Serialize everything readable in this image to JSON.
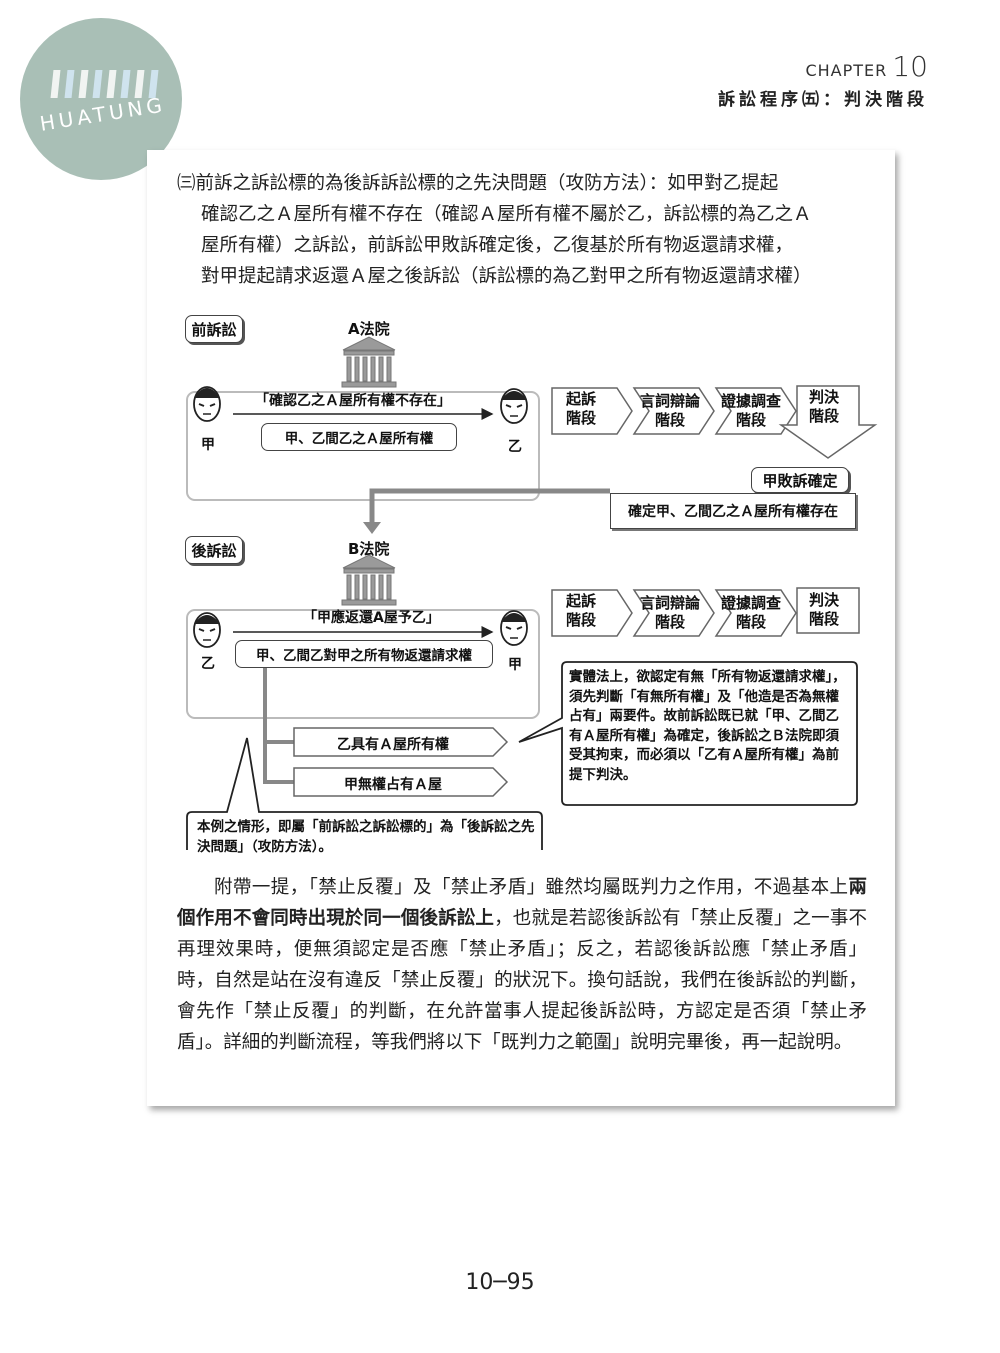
{
  "logo": {
    "text": "HUATUNG"
  },
  "header": {
    "chapter_label": "CHAPTER",
    "chapter_number": "10",
    "subtitle": "訴訟程序㈤：判決階段"
  },
  "item": {
    "marker": "㈢",
    "lines": [
      "前訴之訴訟標的為後訴訴訟標的之先決問題（攻防方法）：如甲對乙提起",
      "確認乙之Ａ屋所有權不存在（確認Ａ屋所有權不屬於乙，訴訟標的為乙之Ａ",
      "屋所有權）之訴訟，前訴訟甲敗訴確定後，乙復基於所有物返還請求權，",
      "對甲提起請求返還Ａ屋之後訴訟（訴訟標的為乙對甲之所有物返還請求權）"
    ]
  },
  "diagram": {
    "prior": {
      "label": "前訴訟",
      "court": "A法院",
      "left_person": "甲",
      "right_person": "乙",
      "claim": "「確認乙之Ａ屋所有權不存在」",
      "subject": "甲、乙間乙之Ａ屋所有權"
    },
    "stages": [
      "起訴階段",
      "言詞辯論階段",
      "證據調查階段",
      "判決階段"
    ],
    "result": {
      "label": "甲敗訴確定",
      "text": "確定甲、乙間乙之Ａ屋所有權存在"
    },
    "later": {
      "label": "後訴訟",
      "court": "B法院",
      "left_person": "乙",
      "right_person": "甲",
      "claim": "「甲應返還A屋予乙」",
      "subject": "甲、乙間乙對甲之所有物返還請求權"
    },
    "requirements": [
      "乙具有Ａ屋所有權",
      "甲無權占有Ａ屋"
    ],
    "note_right": "實體法上，欲認定有無「所有物返還請求權」，須先判斷「有無所有權」及「他造是否為無權占有」兩要件。故前訴訟既已就「甲、乙間乙有Ａ屋所有權」為確定，後訴訟之Ｂ法院即須受其拘束，而必須以「乙有Ａ屋所有權」為前提下判決。",
    "note_left": "本例之情形，即屬「前訴訟之訴訟標的」為「後訴訟之先決問題」（攻防方法）。"
  },
  "paragraph": {
    "part1": "附帶一提，「禁止反覆」及「禁止矛盾」雖然均屬既判力之作用，不過基本上",
    "bold": "兩個作用不會同時出現於同一個後訴訟上",
    "part2": "，也就是若認後訴訟有「禁止反覆」之一事不再理效果時，便無須認定是否應「禁止矛盾」；反之，若認後訴訟應「禁止矛盾」時，自然是站在沒有違反「禁止反覆」的狀況下。換句話說，我們在後訴訟的判斷，會先作「禁止反覆」的判斷，在允許當事人提起後訴訟時，方認定是否須「禁止矛盾」。詳細的判斷流程，等我們將以下「既判力之範圍」說明完畢後，再一起說明。"
  },
  "page_number": "10─95"
}
